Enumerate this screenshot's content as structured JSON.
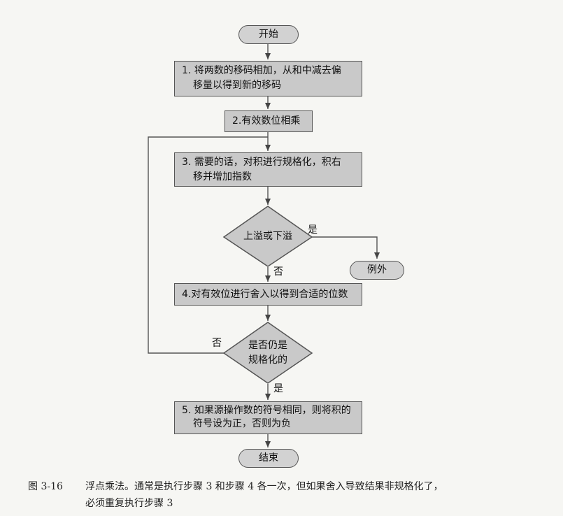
{
  "flowchart": {
    "start": "开始",
    "step1": {
      "line1": "1. 将两数的移码相加，从和中减去偏",
      "line2": "移量以得到新的移码"
    },
    "step2": "2.有效数位相乘",
    "step3": {
      "line1": "3. 需要的话，对积进行规格化，积右",
      "line2": "移并增加指数"
    },
    "decision_overflow": "上溢或下溢",
    "exception": "例外",
    "step4": "4.对有效位进行舍入以得到合适的位数",
    "decision_normalized": {
      "line1": "是否仍是",
      "line2": "规格化的"
    },
    "step5": {
      "line1": "5. 如果源操作数的符号相同，则将积的",
      "line2": "符号设为正，否则为负"
    },
    "end": "结束",
    "labels": {
      "yes_overflow": "是",
      "no_overflow": "否",
      "no_normalized": "否",
      "yes_normalized": "是"
    }
  },
  "caption": {
    "number": "图 3-16",
    "line1": "浮点乘法。通常是执行步骤 3 和步骤 4 各一次，但如果舍入导致结果非规格化了，",
    "line2": "必须重复执行步骤 3"
  }
}
